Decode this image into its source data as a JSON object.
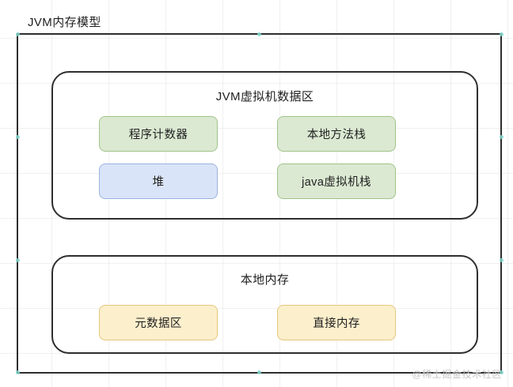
{
  "diagram": {
    "title": "JVM内存模型",
    "watermark": "@稀土掘金技术社区",
    "colors": {
      "frame_stroke": "#2e2e2e",
      "green_fill": "#dbe9d2",
      "green_stroke": "#a0c389",
      "blue_fill": "#dae4f8",
      "blue_stroke": "#9bb3dd",
      "amber_fill": "#fcefcc",
      "amber_stroke": "#e5c77a",
      "handle": "#7fd6cc",
      "watermark": "#c6c6c6",
      "canvas_bg": "#ffffff",
      "grid_line": "rgba(0,0,0,0.055)"
    },
    "groups": [
      {
        "title": "JVM虚拟机数据区",
        "nodes": [
          {
            "label": "程序计数器",
            "color": "green"
          },
          {
            "label": "本地方法栈",
            "color": "green"
          },
          {
            "label": "堆",
            "color": "blue"
          },
          {
            "label": "java虚拟机栈",
            "color": "green"
          }
        ]
      },
      {
        "title": "本地内存",
        "nodes": [
          {
            "label": "元数据区",
            "color": "amber"
          },
          {
            "label": "直接内存",
            "color": "amber"
          }
        ]
      }
    ]
  }
}
